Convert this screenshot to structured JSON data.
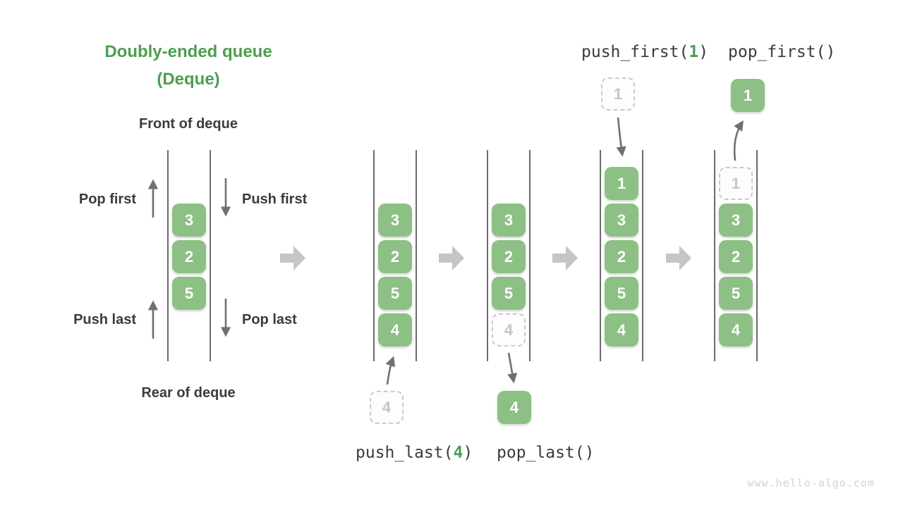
{
  "title": {
    "line1": "Doubly-ended queue",
    "line2": "(Deque)"
  },
  "annotations": {
    "front_label": "Front of deque",
    "rear_label": "Rear of deque",
    "pop_first_label": "Pop first",
    "push_first_label": "Push first",
    "push_last_label": "Push last",
    "pop_last_label": "Pop last"
  },
  "operations": {
    "push_first": {
      "prefix": "push_first(",
      "arg": "1",
      "suffix": ")"
    },
    "pop_first": {
      "label": "pop_first()"
    },
    "push_last": {
      "prefix": "push_last(",
      "arg": "4",
      "suffix": ")"
    },
    "pop_last": {
      "label": "pop_last()"
    }
  },
  "queues": [
    {
      "name": "deque-initial",
      "cells": [
        {
          "value": "3",
          "row": 1,
          "style": "solid"
        },
        {
          "value": "2",
          "row": 2,
          "style": "solid"
        },
        {
          "value": "5",
          "row": 3,
          "style": "solid"
        }
      ]
    },
    {
      "name": "deque-after-push-last",
      "cells": [
        {
          "value": "3",
          "row": 1,
          "style": "solid"
        },
        {
          "value": "2",
          "row": 2,
          "style": "solid"
        },
        {
          "value": "5",
          "row": 3,
          "style": "solid"
        },
        {
          "value": "4",
          "row": 4,
          "style": "solid"
        }
      ]
    },
    {
      "name": "deque-after-pop-last",
      "cells": [
        {
          "value": "3",
          "row": 1,
          "style": "solid"
        },
        {
          "value": "2",
          "row": 2,
          "style": "solid"
        },
        {
          "value": "5",
          "row": 3,
          "style": "solid"
        },
        {
          "value": "4",
          "row": 4,
          "style": "dashed"
        }
      ]
    },
    {
      "name": "deque-after-push-first",
      "cells": [
        {
          "value": "1",
          "row": 0,
          "style": "solid"
        },
        {
          "value": "3",
          "row": 1,
          "style": "solid"
        },
        {
          "value": "2",
          "row": 2,
          "style": "solid"
        },
        {
          "value": "5",
          "row": 3,
          "style": "solid"
        },
        {
          "value": "4",
          "row": 4,
          "style": "solid"
        }
      ]
    },
    {
      "name": "deque-after-pop-first",
      "cells": [
        {
          "value": "1",
          "row": 0,
          "style": "dashed"
        },
        {
          "value": "3",
          "row": 1,
          "style": "solid"
        },
        {
          "value": "2",
          "row": 2,
          "style": "solid"
        },
        {
          "value": "5",
          "row": 3,
          "style": "solid"
        },
        {
          "value": "4",
          "row": 4,
          "style": "solid"
        }
      ]
    }
  ],
  "floating_cells": {
    "push_last_incoming": {
      "value": "4",
      "style": "dashed"
    },
    "pop_last_outgoing": {
      "value": "4",
      "style": "solid"
    },
    "push_first_incoming": {
      "value": "1",
      "style": "dashed"
    },
    "pop_first_outgoing": {
      "value": "1",
      "style": "solid"
    }
  },
  "watermark": "www.hello-algo.com",
  "colors": {
    "cell_green": "#8DC084",
    "title_green": "#4D9E50",
    "text_dark": "#3B3B3B",
    "rail_gray": "#6B6B6B",
    "small_arrow_gray": "#707070",
    "big_arrow_gray": "#C5C5C5",
    "dashed_border": "#CBCBCB",
    "dashed_text": "#C6C6C6",
    "watermark_gray": "#D2D2D2"
  }
}
